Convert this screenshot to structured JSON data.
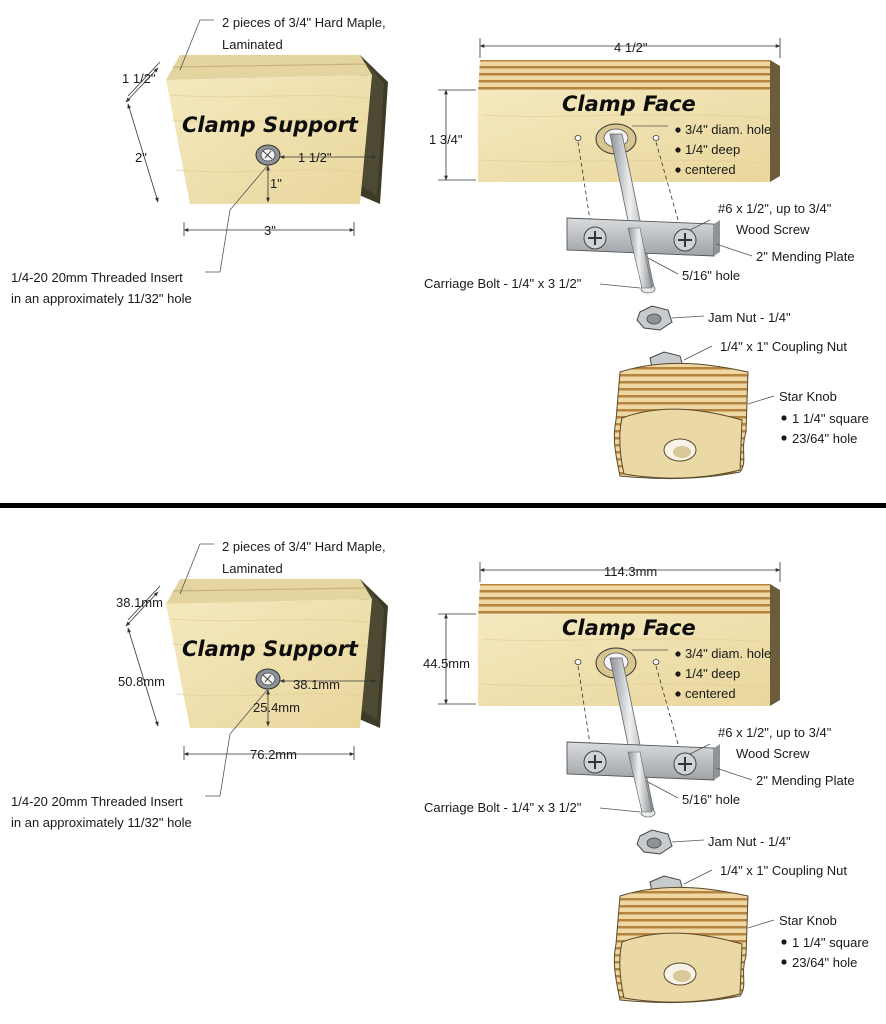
{
  "panels": [
    {
      "support": {
        "title": "Clamp Support",
        "laminated_note_line1": "2 pieces of 3/4\" Hard Maple,",
        "laminated_note_line2": "Laminated",
        "dim_top": "1 1/2\"",
        "dim_height": "2\"",
        "dim_width": "3\"",
        "dim_hole_side": "1 1/2\"",
        "dim_hole_bottom": "1\"",
        "insert_line1": "1/4-20 20mm Threaded Insert",
        "insert_line2": "in an approximately 11/32\" hole"
      },
      "face": {
        "title": "Clamp Face",
        "dim_width": "4 1/2\"",
        "dim_height": "1 3/4\"",
        "hole_notes": [
          "3/4\" diam. hole",
          "1/4\" deep",
          "centered"
        ],
        "screw_line1": "#6 x 1/2\", up to 3/4\"",
        "screw_line2": "Wood Screw",
        "mending_plate": "2\" Mending Plate",
        "plate_hole": "5/16\" hole",
        "carriage_bolt": "Carriage Bolt - 1/4\" x 3 1/2\"",
        "jam_nut": "Jam Nut - 1/4\"",
        "coupling_nut": "1/4\" x 1\" Coupling Nut",
        "knob_title": "Star Knob",
        "knob_notes": [
          "1 1/4\" square",
          "23/64\" hole"
        ]
      }
    },
    {
      "support": {
        "title": "Clamp Support",
        "laminated_note_line1": "2 pieces of 3/4\" Hard Maple,",
        "laminated_note_line2": "Laminated",
        "dim_top": "38.1mm",
        "dim_height": "50.8mm",
        "dim_width": "76.2mm",
        "dim_hole_side": "38.1mm",
        "dim_hole_bottom": "25.4mm",
        "insert_line1": "1/4-20 20mm Threaded Insert",
        "insert_line2": "in an approximately 11/32\" hole"
      },
      "face": {
        "title": "Clamp Face",
        "dim_width": "114.3mm",
        "dim_height": "44.5mm",
        "hole_notes": [
          "3/4\" diam. hole",
          "1/4\" deep",
          "centered"
        ],
        "screw_line1": "#6 x 1/2\", up to 3/4\"",
        "screw_line2": "Wood Screw",
        "mending_plate": "2\" Mending Plate",
        "plate_hole": "5/16\" hole",
        "carriage_bolt": "Carriage Bolt - 1/4\" x 3 1/2\"",
        "jam_nut": "Jam Nut - 1/4\"",
        "coupling_nut": "1/4\" x 1\" Coupling Nut",
        "knob_title": "Star Knob",
        "knob_notes": [
          "1 1/4\" square",
          "23/64\" hole"
        ]
      }
    }
  ],
  "colors": {
    "maple_face": "#f1e4b3",
    "maple_side": "#3a3520",
    "maple_top": "#e7d7a4",
    "stripe_dark": "#b98a48",
    "stripe_light": "#efd9a6",
    "steel": "#bfc3c6",
    "divider": "#000000"
  }
}
